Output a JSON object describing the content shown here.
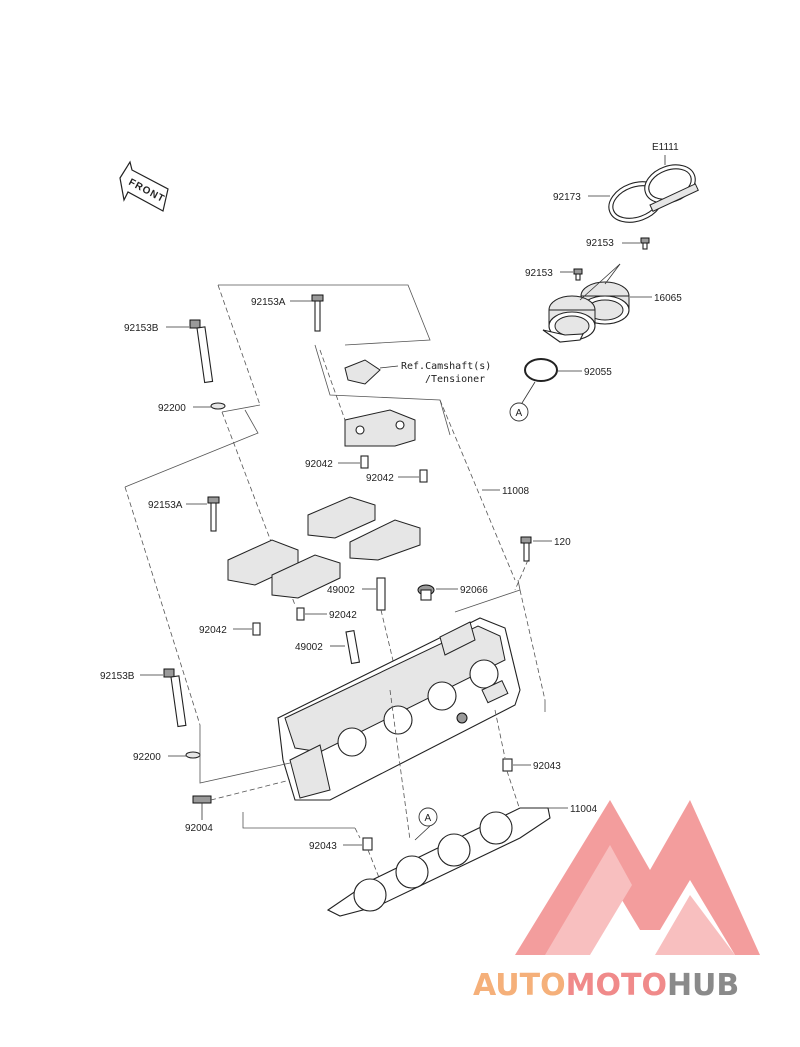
{
  "diagram": {
    "code": "E1111",
    "front_label": "FRONT",
    "ref_note_line1": "Ref.Camshaft(s)",
    "ref_note_line2": "/Tensioner",
    "section_marker": "A",
    "labels": {
      "p92173": "92173",
      "p92153_top": "92153",
      "p92153_mid": "92153",
      "p16065": "16065",
      "p92055": "92055",
      "p92153A_top": "92153A",
      "p92153B_top": "92153B",
      "p92200_top": "92200",
      "p92042_a": "92042",
      "p92042_b": "92042",
      "p11008": "11008",
      "p92153A_mid": "92153A",
      "p120": "120",
      "p49002_a": "49002",
      "p92066": "92066",
      "p92042_c": "92042",
      "p92042_d": "92042",
      "p49002_b": "49002",
      "p92153B_bot": "92153B",
      "p92200_bot": "92200",
      "p92043_a": "92043",
      "p11004": "11004",
      "p92004": "92004",
      "p92043_b": "92043"
    }
  },
  "watermark": {
    "part1": "AUTO",
    "part2": "MOTO",
    "part3": "HUB",
    "color1": "#f5b07a",
    "color2": "#f08a8a",
    "color3": "#8a8a8a",
    "logo_color": "#f07f7f"
  }
}
